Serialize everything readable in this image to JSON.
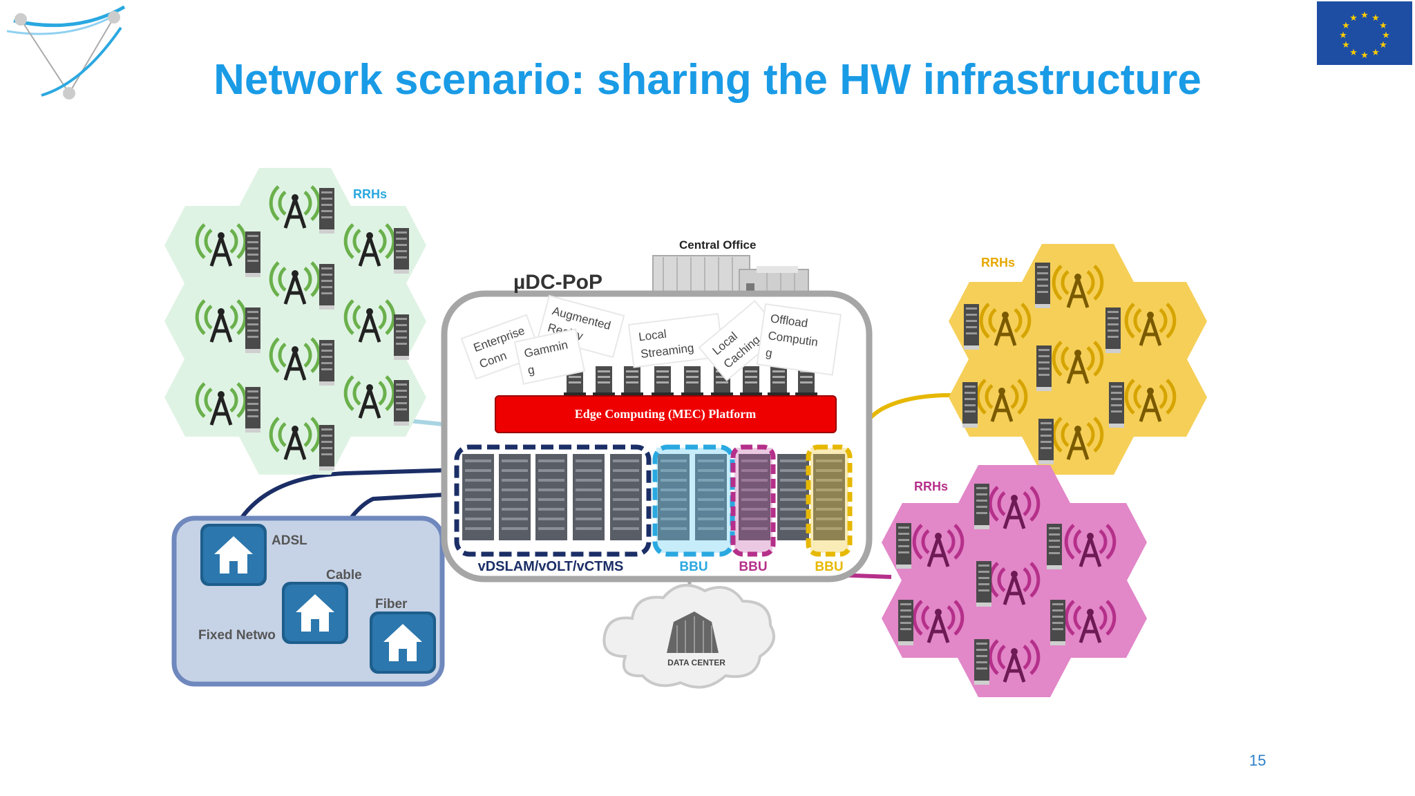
{
  "slide": {
    "title": "Network scenario: sharing the HW infrastructure",
    "page_number": "15"
  },
  "colors": {
    "title": "#1a9be6",
    "green_cell": "#dff3e4",
    "yellow_cell": "#f5cf57",
    "pink_cell": "#e287c8",
    "mec_platform": "#ee0000",
    "vdslam_group": "#1b2e66",
    "bbu_blue": "#2aa8e0",
    "bbu_pink": "#b5308a",
    "bbu_yellow": "#e6b800"
  },
  "labels": {
    "rrhs_green": "RRHs",
    "rrhs_yellow": "RRHs",
    "rrhs_pink": "RRHs",
    "central_office": "Central Office",
    "udc_pop": "µDC-PoP",
    "mec_platform": "Edge Computing (MEC) Platform",
    "vdslam": "vDSLAM/vOLT/vCTMS",
    "bbu_1": "BBU",
    "bbu_2": "BBU",
    "bbu_3": "BBU",
    "adsl": "ADSL",
    "cable": "Cable",
    "fiber": "Fiber",
    "fixed_network": "Fixed Netwo",
    "data_center": "DATA CENTER"
  },
  "services": [
    {
      "line1": "Enterprise",
      "line2": "Conn"
    },
    {
      "line1": "Augmented",
      "line2": "Reality"
    },
    {
      "line1": "Gammin",
      "line2": "g"
    },
    {
      "line1": "Local",
      "line2": "Streaming"
    },
    {
      "line1": "Local",
      "line2": "Caching"
    },
    {
      "line1": "Offload",
      "line2": "Computin",
      "line3": "g"
    }
  ]
}
